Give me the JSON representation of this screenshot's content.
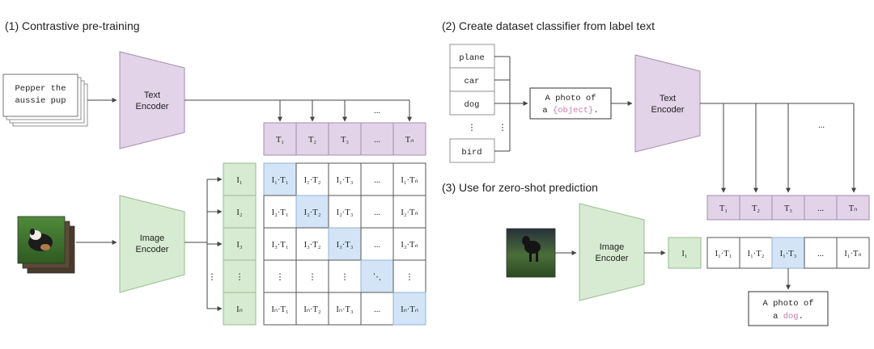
{
  "titles": {
    "pretraining": "(1) Contrastive pre-training",
    "classifier": "(2) Create dataset classifier from label text",
    "zeroshot": "(3) Use for zero-shot prediction"
  },
  "encoders": {
    "text_1": "Text",
    "text_2": "Encoder",
    "image_1": "Image",
    "image_2": "Encoder"
  },
  "caption": {
    "line1": "Pepper the",
    "line2": "aussie pup"
  },
  "labels": [
    "plane",
    "car",
    "dog",
    "⋮",
    "bird"
  ],
  "template": {
    "line1": "A photo of",
    "prefix": "a ",
    "slot": "{object}",
    "suffix": "."
  },
  "prediction": {
    "line1": "A photo of",
    "prefix": "a ",
    "word": "dog",
    "suffix": "."
  },
  "ellipsis": "...",
  "vdots": "⋮",
  "ddots": "⋱",
  "pretrain_text_tokens": [
    "T₁",
    "T₂",
    "T₃",
    "...",
    "Tₙ"
  ],
  "pretrain_image_tokens": [
    "I₁",
    "I₂",
    "I₃",
    "⋮",
    "Iₙ"
  ],
  "matrix": [
    [
      "I₁·T₁",
      "I₁·T₂",
      "I₁·T₃",
      "...",
      "I₁·Tₙ"
    ],
    [
      "I₂·T₁",
      "I₂·T₂",
      "I₂·T₃",
      "...",
      "I₂·Tₙ"
    ],
    [
      "I₃·T₁",
      "I₃·T₂",
      "I₃·T₃",
      "...",
      "I₃·Tₙ"
    ],
    [
      "⋮",
      "⋮",
      "⋮",
      "⋱",
      "⋮"
    ],
    [
      "Iₙ·T₁",
      "Iₙ·T₂",
      "Iₙ·T₃",
      "...",
      "Iₙ·Tₙ"
    ]
  ],
  "zeroshot_text_tokens": [
    "T₁",
    "T₂",
    "T₃",
    "...",
    "Tₙ"
  ],
  "zeroshot_image_token": "I₁",
  "zeroshot_row": [
    "I₁·T₁",
    "I₁·T₂",
    "I₁·T₃",
    "...",
    "I₁·Tₙ"
  ],
  "colors": {
    "text_encoder_fill": "#e3d3e8",
    "text_encoder_stroke": "#a58bb0",
    "image_encoder_fill": "#d7ebd2",
    "image_encoder_stroke": "#95bd8c",
    "highlight": "#d3e4f6",
    "label_pink": "#c87aa8"
  }
}
